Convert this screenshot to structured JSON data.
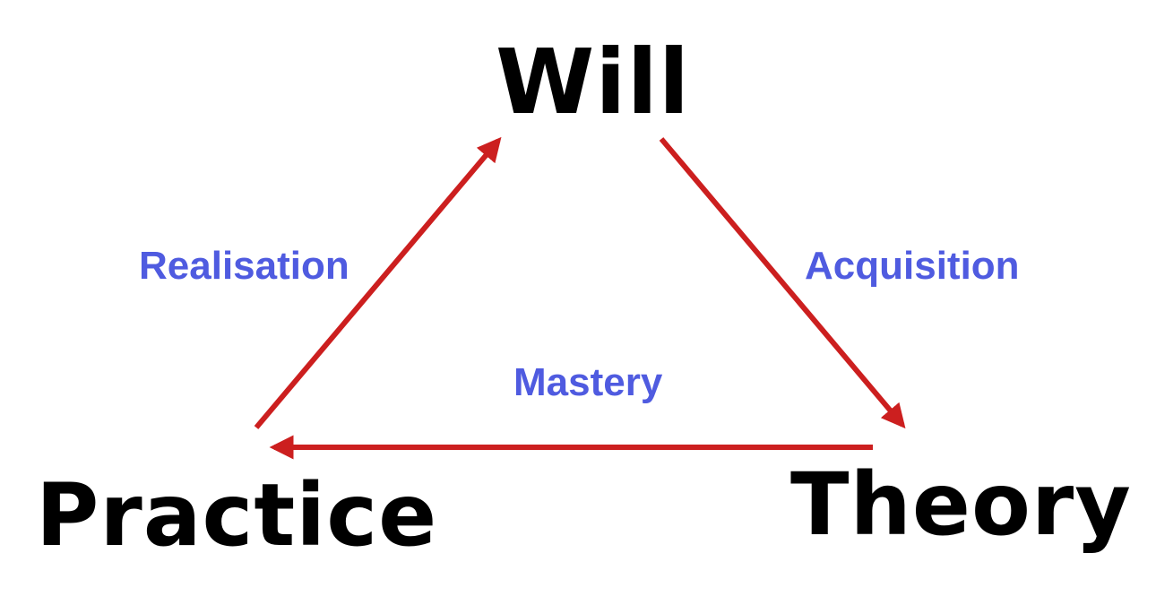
{
  "nodes": {
    "top": "Will",
    "bottom_left": "Practice",
    "bottom_right": "Theory"
  },
  "edges": {
    "left": "Realisation",
    "right": "Acquisition",
    "bottom": "Mastery"
  },
  "colors": {
    "arrow": "#cc1f1f",
    "edge_label": "#4f5be0",
    "node_text": "#000000",
    "background": "#ffffff"
  }
}
